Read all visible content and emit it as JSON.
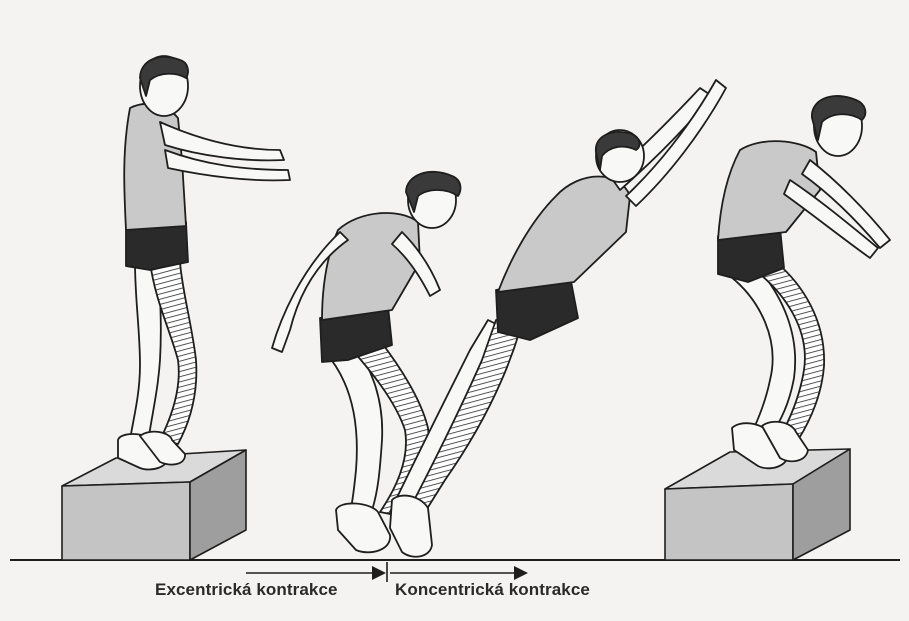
{
  "labels": {
    "eccentric": "Excentrická kontrakce",
    "concentric": "Koncentrická kontrakce"
  },
  "colors": {
    "background": "#f4f3f1",
    "ink": "#1e1e1e",
    "shirt": "#c9c9c9",
    "skin": "#f8f8f6",
    "shorts": "#2a2a2a",
    "box_top": "#dadada",
    "box_front": "#c4c4c4",
    "box_side": "#9e9e9e"
  },
  "figures": [
    "standing-on-box",
    "landing-squat",
    "jump-takeoff",
    "landing-on-box"
  ]
}
